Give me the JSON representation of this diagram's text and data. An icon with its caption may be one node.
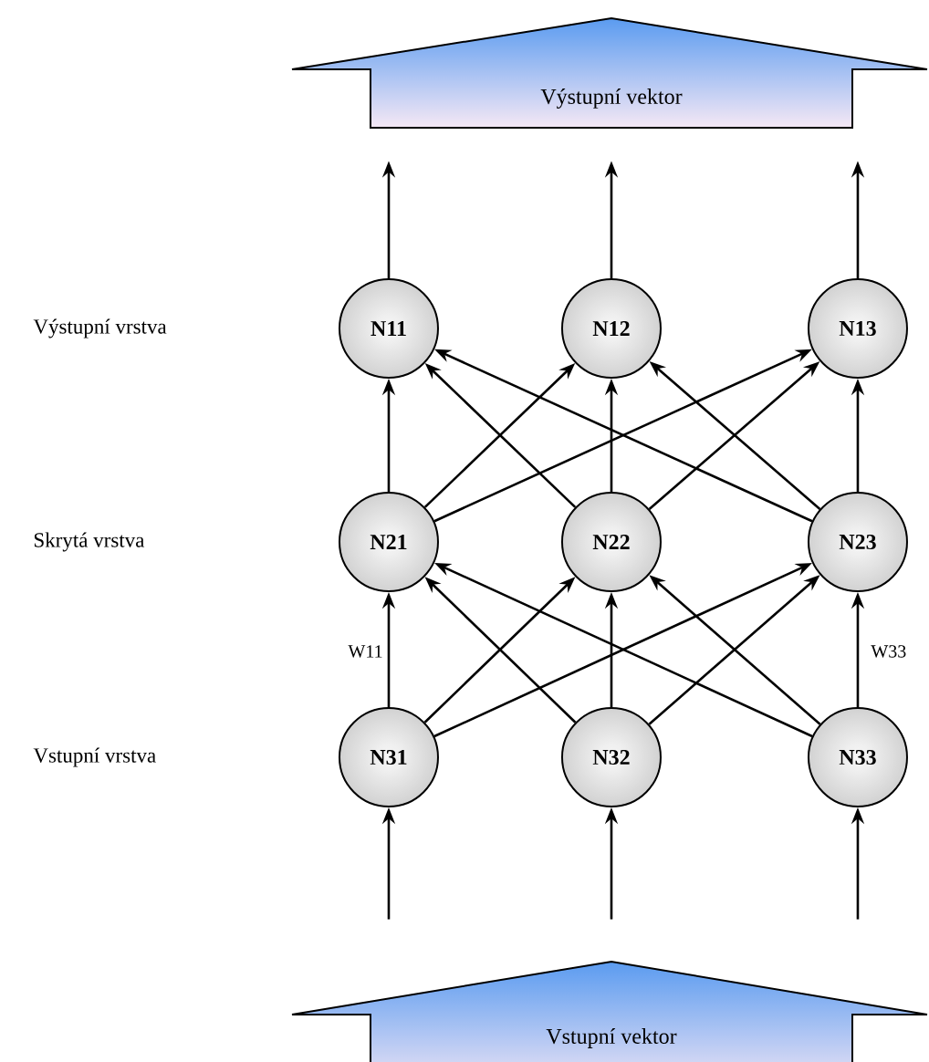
{
  "diagram": {
    "nodes": [
      {
        "text": [
          "Výstupní vektor"
        ]
      },
      {
        "text": [
          "N11"
        ]
      },
      {
        "text": [
          "N12"
        ]
      },
      {
        "text": [
          "N13"
        ]
      },
      {
        "text": [
          "N21"
        ]
      },
      {
        "text": [
          "N22"
        ]
      },
      {
        "text": [
          "N23"
        ]
      },
      {
        "text": [
          "N31"
        ]
      },
      {
        "text": [
          "N32"
        ]
      },
      {
        "text": [
          "N33"
        ]
      },
      {
        "text": [
          "Vstupní vektor"
        ]
      }
    ],
    "edges": [
      {
        "from": 1,
        "to": 0,
        "arrow": "to"
      },
      {
        "from": 2,
        "to": 0,
        "arrow": "to"
      },
      {
        "from": 3,
        "to": 0,
        "arrow": "to"
      },
      {
        "from": 4,
        "to": 1,
        "arrow": "to"
      },
      {
        "from": 4,
        "to": 2,
        "arrow": "to"
      },
      {
        "from": 4,
        "to": 3,
        "arrow": "to"
      },
      {
        "from": 5,
        "to": 1,
        "arrow": "to"
      },
      {
        "from": 5,
        "to": 2,
        "arrow": "to"
      },
      {
        "from": 5,
        "to": 3,
        "arrow": "to"
      },
      {
        "from": 6,
        "to": 1,
        "arrow": "to"
      },
      {
        "from": 6,
        "to": 2,
        "arrow": "to"
      },
      {
        "from": 6,
        "to": 3,
        "arrow": "to"
      },
      {
        "from": 7,
        "to": 4,
        "arrow": "to",
        "label": "W11"
      },
      {
        "from": 7,
        "to": 5,
        "arrow": "to"
      },
      {
        "from": 7,
        "to": 6,
        "arrow": "to"
      },
      {
        "from": 8,
        "to": 4,
        "arrow": "to"
      },
      {
        "from": 8,
        "to": 5,
        "arrow": "to"
      },
      {
        "from": 8,
        "to": 6,
        "arrow": "to"
      },
      {
        "from": 9,
        "to": 4,
        "arrow": "to"
      },
      {
        "from": 9,
        "to": 5,
        "arrow": "to"
      },
      {
        "from": 9,
        "to": 6,
        "arrow": "to",
        "label": "W33"
      },
      {
        "from": 10,
        "to": 7,
        "arrow": "to"
      },
      {
        "from": 10,
        "to": 8,
        "arrow": "to"
      },
      {
        "from": 10,
        "to": 9,
        "arrow": "to"
      }
    ],
    "labels": [
      "Výstupní vrstva",
      "Skrytá vrstva",
      "Vstupní vrstva"
    ]
  }
}
